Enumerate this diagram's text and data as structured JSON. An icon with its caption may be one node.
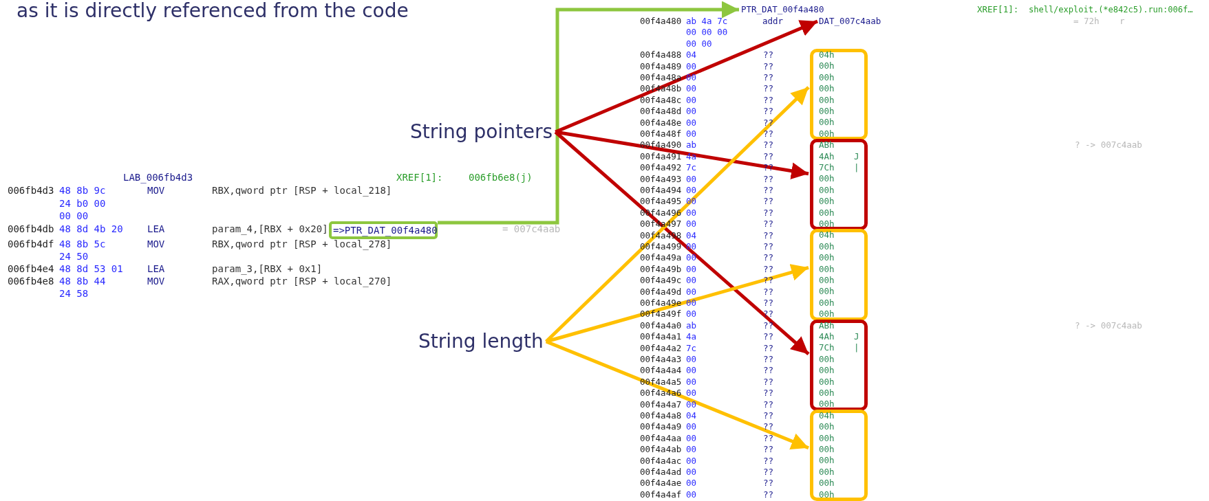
{
  "diagram": {
    "nodes": [
      {
        "text": [
          "String pointers"
        ]
      },
      {
        "text": [
          "String length"
        ]
      },
      {
        "text": [
          "=>PTR_DAT_00f4a480"
        ]
      },
      {
        "text": [
          "PTR_DAT_00f4a480"
        ]
      },
      {
        "text": [
          "DAT_007c4aab"
        ]
      },
      {
        "text": [
          "04h",
          "00h",
          "00h",
          "00h",
          "00h",
          "00h",
          "00h",
          "00h"
        ]
      },
      {
        "text": [
          "ABh",
          "4Ah",
          "J",
          "7Ch",
          "|",
          "00h",
          "00h",
          "00h",
          "00h",
          "00h"
        ]
      },
      {
        "text": [
          "04h",
          "00h",
          "00h",
          "00h",
          "00h",
          "00h",
          "00h",
          "00h"
        ]
      },
      {
        "text": [
          "ABh",
          "4Ah",
          "J",
          "7Ch",
          "|",
          "00h",
          "00h",
          "00h",
          "00h",
          "00h"
        ]
      },
      {
        "text": [
          "04h",
          "00h",
          "00h",
          "00h",
          "00h",
          "00h",
          "00h",
          "00h"
        ]
      }
    ],
    "edges": [
      {
        "from": 2,
        "to": 3,
        "arrow": "to",
        "color": "#8dc63f"
      },
      {
        "from": 0,
        "to": 4,
        "arrow": "to",
        "color": "#c00000"
      },
      {
        "from": 0,
        "to": 6,
        "arrow": "to",
        "color": "#c00000"
      },
      {
        "from": 0,
        "to": 8,
        "arrow": "to",
        "color": "#c00000"
      },
      {
        "from": 1,
        "to": 5,
        "arrow": "to",
        "color": "#ffc000"
      },
      {
        "from": 1,
        "to": 7,
        "arrow": "to",
        "color": "#ffc000"
      },
      {
        "from": 1,
        "to": 9,
        "arrow": "to",
        "color": "#ffc000"
      }
    ],
    "labels": [
      "as it is directly referenced from the code",
      "LAB_006fb4d3",
      "XREF[1]:",
      "006fb6e8(j)",
      "006fb4d3",
      "48 8b 9c",
      "MOV",
      "RBX,qword ptr [RSP + local_218]",
      "24 b0 00",
      "00 00",
      "006fb4db",
      "48 8d 4b 20",
      "LEA",
      "param_4,[RBX + 0x20]",
      "= 007c4aab",
      "006fb4df",
      "48 8b 5c",
      "MOV",
      "RBX,qword ptr [RSP + local_278]",
      "24 50",
      "006fb4e4",
      "48 8d 53 01",
      "LEA",
      "param_3,[RBX + 0x1]",
      "006fb4e8",
      "48 8b 44",
      "MOV",
      "RAX,qword ptr [RSP + local_270]",
      "24 58",
      "XREF[1]:",
      "shell/exploit.(*e842c5).run:006f…",
      "00f4a480",
      "ab 4a 7c",
      "addr",
      "= 72h",
      "r",
      "00 00 00",
      "00 00",
      "00f4a488",
      "04",
      "??",
      "00f4a489",
      "00",
      "??",
      "00f4a48a",
      "00",
      "??",
      "00f4a48b",
      "00",
      "??",
      "00f4a48c",
      "00",
      "??",
      "00f4a48d",
      "00",
      "??",
      "00f4a48e",
      "00",
      "??",
      "00f4a48f",
      "00",
      "??",
      "00f4a490",
      "ab",
      "??",
      "? -> 007c4aab",
      "00f4a491",
      "4a",
      "??",
      "00f4a492",
      "7c",
      "??",
      "00f4a493",
      "00",
      "??",
      "00f4a494",
      "00",
      "??",
      "00f4a495",
      "00",
      "??",
      "00f4a496",
      "00",
      "??",
      "00f4a497",
      "00",
      "??",
      "00f4a498",
      "04",
      "??",
      "00f4a499",
      "00",
      "??",
      "00f4a49a",
      "00",
      "??",
      "00f4a49b",
      "00",
      "??",
      "00f4a49c",
      "00",
      "??",
      "00f4a49d",
      "00",
      "??",
      "00f4a49e",
      "00",
      "??",
      "00f4a49f",
      "00",
      "??",
      "00f4a4a0",
      "ab",
      "??",
      "? -> 007c4aab",
      "00f4a4a1",
      "4a",
      "??",
      "00f4a4a2",
      "7c",
      "??",
      "00f4a4a3",
      "00",
      "??",
      "00f4a4a4",
      "00",
      "??",
      "00f4a4a5",
      "00",
      "??",
      "00f4a4a6",
      "00",
      "??",
      "00f4a4a7",
      "00",
      "??",
      "00f4a4a8",
      "04",
      "??",
      "00f4a4a9",
      "00",
      "??",
      "00f4a4aa",
      "00",
      "??",
      "00f4a4ab",
      "00",
      "??",
      "00f4a4ac",
      "00",
      "??",
      "00f4a4ad",
      "00",
      "??",
      "00f4a4ae",
      "00",
      "??",
      "00f4a4af",
      "00",
      "??"
    ]
  }
}
